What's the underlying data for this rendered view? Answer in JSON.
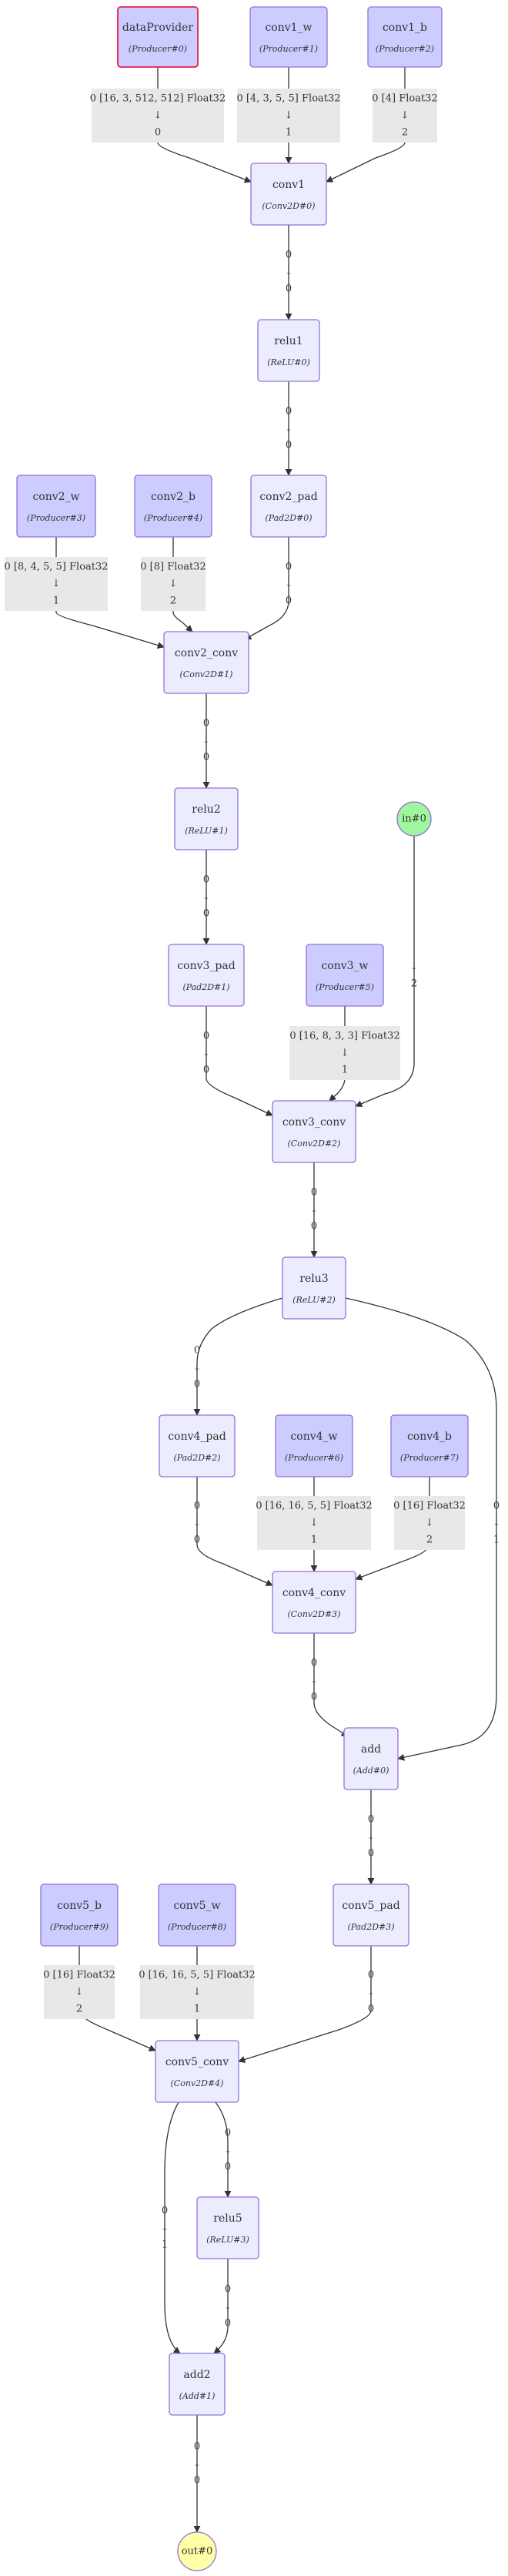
{
  "colors": {
    "producer_fill": "#ccccff",
    "op_fill": "#ececff",
    "op_stroke": "#9370db",
    "input_highlight_stroke": "#e0204f",
    "in_fill": "#9ef79e",
    "out_fill": "#ffffa6",
    "label_bg": "#e8e8e8"
  },
  "nodes": [
    {
      "id": "dataProvider",
      "name": "dataProvider",
      "type": "Producer#0",
      "kind": "producer",
      "highlight": true
    },
    {
      "id": "conv1_w",
      "name": "conv1_w",
      "type": "Producer#1",
      "kind": "producer"
    },
    {
      "id": "conv1_b",
      "name": "conv1_b",
      "type": "Producer#2",
      "kind": "producer"
    },
    {
      "id": "conv1",
      "name": "conv1",
      "type": "Conv2D#0",
      "kind": "op"
    },
    {
      "id": "relu1",
      "name": "relu1",
      "type": "ReLU#0",
      "kind": "op"
    },
    {
      "id": "conv2_w",
      "name": "conv2_w",
      "type": "Producer#3",
      "kind": "producer"
    },
    {
      "id": "conv2_b",
      "name": "conv2_b",
      "type": "Producer#4",
      "kind": "producer"
    },
    {
      "id": "conv2_pad",
      "name": "conv2_pad",
      "type": "Pad2D#0",
      "kind": "op"
    },
    {
      "id": "conv2_conv",
      "name": "conv2_conv",
      "type": "Conv2D#1",
      "kind": "op"
    },
    {
      "id": "relu2",
      "name": "relu2",
      "type": "ReLU#1",
      "kind": "op"
    },
    {
      "id": "in0",
      "name": "in#0",
      "type": "",
      "kind": "input"
    },
    {
      "id": "conv3_pad",
      "name": "conv3_pad",
      "type": "Pad2D#1",
      "kind": "op"
    },
    {
      "id": "conv3_w",
      "name": "conv3_w",
      "type": "Producer#5",
      "kind": "producer"
    },
    {
      "id": "conv3_conv",
      "name": "conv3_conv",
      "type": "Conv2D#2",
      "kind": "op"
    },
    {
      "id": "relu3",
      "name": "relu3",
      "type": "ReLU#2",
      "kind": "op"
    },
    {
      "id": "conv4_pad",
      "name": "conv4_pad",
      "type": "Pad2D#2",
      "kind": "op"
    },
    {
      "id": "conv4_w",
      "name": "conv4_w",
      "type": "Producer#6",
      "kind": "producer"
    },
    {
      "id": "conv4_b",
      "name": "conv4_b",
      "type": "Producer#7",
      "kind": "producer"
    },
    {
      "id": "conv4_conv",
      "name": "conv4_conv",
      "type": "Conv2D#3",
      "kind": "op"
    },
    {
      "id": "add",
      "name": "add",
      "type": "Add#0",
      "kind": "op"
    },
    {
      "id": "conv5_b",
      "name": "conv5_b",
      "type": "Producer#9",
      "kind": "producer"
    },
    {
      "id": "conv5_w",
      "name": "conv5_w",
      "type": "Producer#8",
      "kind": "producer"
    },
    {
      "id": "conv5_pad",
      "name": "conv5_pad",
      "type": "Pad2D#3",
      "kind": "op"
    },
    {
      "id": "conv5_conv",
      "name": "conv5_conv",
      "type": "Conv2D#4",
      "kind": "op"
    },
    {
      "id": "relu5",
      "name": "relu5",
      "type": "ReLU#3",
      "kind": "op"
    },
    {
      "id": "add2",
      "name": "add2",
      "type": "Add#1",
      "kind": "op"
    },
    {
      "id": "out0",
      "name": "out#0",
      "type": "",
      "kind": "output"
    }
  ],
  "edges": [
    {
      "from": "dataProvider",
      "to": "conv1",
      "label": [
        "0 [16, 3, 512, 512] Float32",
        "↓",
        "0"
      ]
    },
    {
      "from": "conv1_w",
      "to": "conv1",
      "label": [
        "0 [4, 3, 5, 5] Float32",
        "↓",
        "1"
      ]
    },
    {
      "from": "conv1_b",
      "to": "conv1",
      "label": [
        "0 [4] Float32",
        "↓",
        "2"
      ]
    },
    {
      "from": "conv1",
      "to": "relu1",
      "label": [
        "0",
        "↓",
        "0"
      ]
    },
    {
      "from": "relu1",
      "to": "conv2_pad",
      "label": [
        "0",
        "↓",
        "0"
      ]
    },
    {
      "from": "conv2_w",
      "to": "conv2_conv",
      "label": [
        "0 [8, 4, 5, 5] Float32",
        "↓",
        "1"
      ]
    },
    {
      "from": "conv2_b",
      "to": "conv2_conv",
      "label": [
        "0 [8] Float32",
        "↓",
        "2"
      ]
    },
    {
      "from": "conv2_pad",
      "to": "conv2_conv",
      "label": [
        "0",
        "↓",
        "0"
      ]
    },
    {
      "from": "conv2_conv",
      "to": "relu2",
      "label": [
        "0",
        "↓",
        "0"
      ]
    },
    {
      "from": "relu2",
      "to": "conv3_pad",
      "label": [
        "0",
        "↓",
        "0"
      ]
    },
    {
      "from": "conv3_pad",
      "to": "conv3_conv",
      "label": [
        "0",
        "↓",
        "0"
      ]
    },
    {
      "from": "conv3_w",
      "to": "conv3_conv",
      "label": [
        "0 [16, 8, 3, 3] Float32",
        "↓",
        "1"
      ]
    },
    {
      "from": "in0",
      "to": "conv3_conv",
      "label": [
        "↓",
        "2"
      ]
    },
    {
      "from": "conv3_conv",
      "to": "relu3",
      "label": [
        "0",
        "↓",
        "0"
      ]
    },
    {
      "from": "relu3",
      "to": "conv4_pad",
      "label": [
        "0",
        "↓",
        "0"
      ]
    },
    {
      "from": "relu3",
      "to": "add",
      "label": [
        "0",
        "↓",
        "1"
      ]
    },
    {
      "from": "conv4_pad",
      "to": "conv4_conv",
      "label": [
        "0",
        "↓",
        "0"
      ]
    },
    {
      "from": "conv4_w",
      "to": "conv4_conv",
      "label": [
        "0 [16, 16, 5, 5] Float32",
        "↓",
        "1"
      ]
    },
    {
      "from": "conv4_b",
      "to": "conv4_conv",
      "label": [
        "0 [16] Float32",
        "↓",
        "2"
      ]
    },
    {
      "from": "conv4_conv",
      "to": "add",
      "label": [
        "0",
        "↓",
        "0"
      ]
    },
    {
      "from": "add",
      "to": "conv5_pad",
      "label": [
        "0",
        "↓",
        "0"
      ]
    },
    {
      "from": "conv5_b",
      "to": "conv5_conv",
      "label": [
        "0 [16] Float32",
        "↓",
        "2"
      ]
    },
    {
      "from": "conv5_w",
      "to": "conv5_conv",
      "label": [
        "0 [16, 16, 5, 5] Float32",
        "↓",
        "1"
      ]
    },
    {
      "from": "conv5_pad",
      "to": "conv5_conv",
      "label": [
        "0",
        "↓",
        "0"
      ]
    },
    {
      "from": "conv5_conv",
      "to": "add2",
      "label": [
        "0",
        "↓",
        "1"
      ]
    },
    {
      "from": "conv5_conv",
      "to": "relu5",
      "label": [
        "0",
        "↓",
        "0"
      ]
    },
    {
      "from": "relu5",
      "to": "add2",
      "label": [
        "0",
        "↓",
        "0"
      ]
    },
    {
      "from": "add2",
      "to": "out0",
      "label": [
        "0",
        "↓",
        "0"
      ]
    }
  ]
}
